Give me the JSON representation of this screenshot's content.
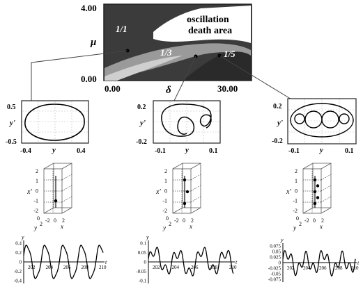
{
  "parameter_map": {
    "y_axis_label": "μ",
    "x_axis_label": "δ",
    "y_tick_max": "4.00",
    "y_tick_min": "0.00",
    "x_tick_min": "0.00",
    "x_tick_max": "30.00",
    "region_1_1": "1/1",
    "region_1_3": "1/3",
    "region_1_5": "1/5",
    "death_area_line1": "oscillation",
    "death_area_line2": "death area"
  },
  "columns": [
    {
      "phase": {
        "ylabel": "y'",
        "xlabel": "y",
        "yticks": [
          "0.5",
          "-0.5"
        ],
        "xticks": [
          "-0.4",
          "0.4"
        ]
      },
      "cube": {
        "zlabel": "x'",
        "zticks": [
          "2",
          "1",
          "0",
          "-1",
          "-2"
        ],
        "ylabel": "y",
        "yticks": [
          "0",
          "2"
        ],
        "xlabel": "x",
        "xticks": [
          "-2",
          "0",
          "2"
        ],
        "points": 1
      },
      "time": {
        "ylabel": "y",
        "yticks": [
          "0.4",
          "0.2",
          "0",
          "-0.2",
          "-0.4"
        ],
        "xticks": [
          "202",
          "204",
          "206",
          "208",
          "210"
        ],
        "xlabel": "t"
      }
    },
    {
      "phase": {
        "ylabel": "y'",
        "xlabel": "y",
        "yticks": [
          "0.2",
          "-0.2"
        ],
        "xticks": [
          "-0.1",
          "0.1"
        ]
      },
      "cube": {
        "zlabel": "x'",
        "zticks": [
          "2",
          "1",
          "0",
          "-1",
          "-2"
        ],
        "ylabel": "y",
        "yticks": [
          "0",
          "2"
        ],
        "xlabel": "x",
        "xticks": [
          "-2",
          "0",
          "2"
        ],
        "points": 3
      },
      "time": {
        "ylabel": "y",
        "yticks": [
          "0.1",
          "0.05",
          "0",
          "-0.05",
          "-0.1"
        ],
        "xticks": [
          "202",
          "204",
          "206",
          "208",
          "210"
        ],
        "xlabel": "t"
      }
    },
    {
      "phase": {
        "ylabel": "y'",
        "xlabel": "y",
        "yticks": [
          "0.2",
          "-0.2"
        ],
        "xticks": [
          "-0.1",
          "0.1"
        ]
      },
      "cube": {
        "zlabel": "x'",
        "zticks": [
          "2",
          "1",
          "0",
          "-1",
          "-2"
        ],
        "ylabel": "y",
        "yticks": [
          "0",
          "2"
        ],
        "xlabel": "x",
        "xticks": [
          "-2",
          "0",
          "2"
        ],
        "points": 5
      },
      "time": {
        "ylabel": "y",
        "yticks": [
          "0.075",
          "0.05",
          "0.025",
          "0",
          "-0.025",
          "-0.05",
          "-0.075"
        ],
        "xticks": [
          "202",
          "204",
          "206",
          "208",
          "210"
        ],
        "xlabel": "t"
      }
    }
  ]
}
